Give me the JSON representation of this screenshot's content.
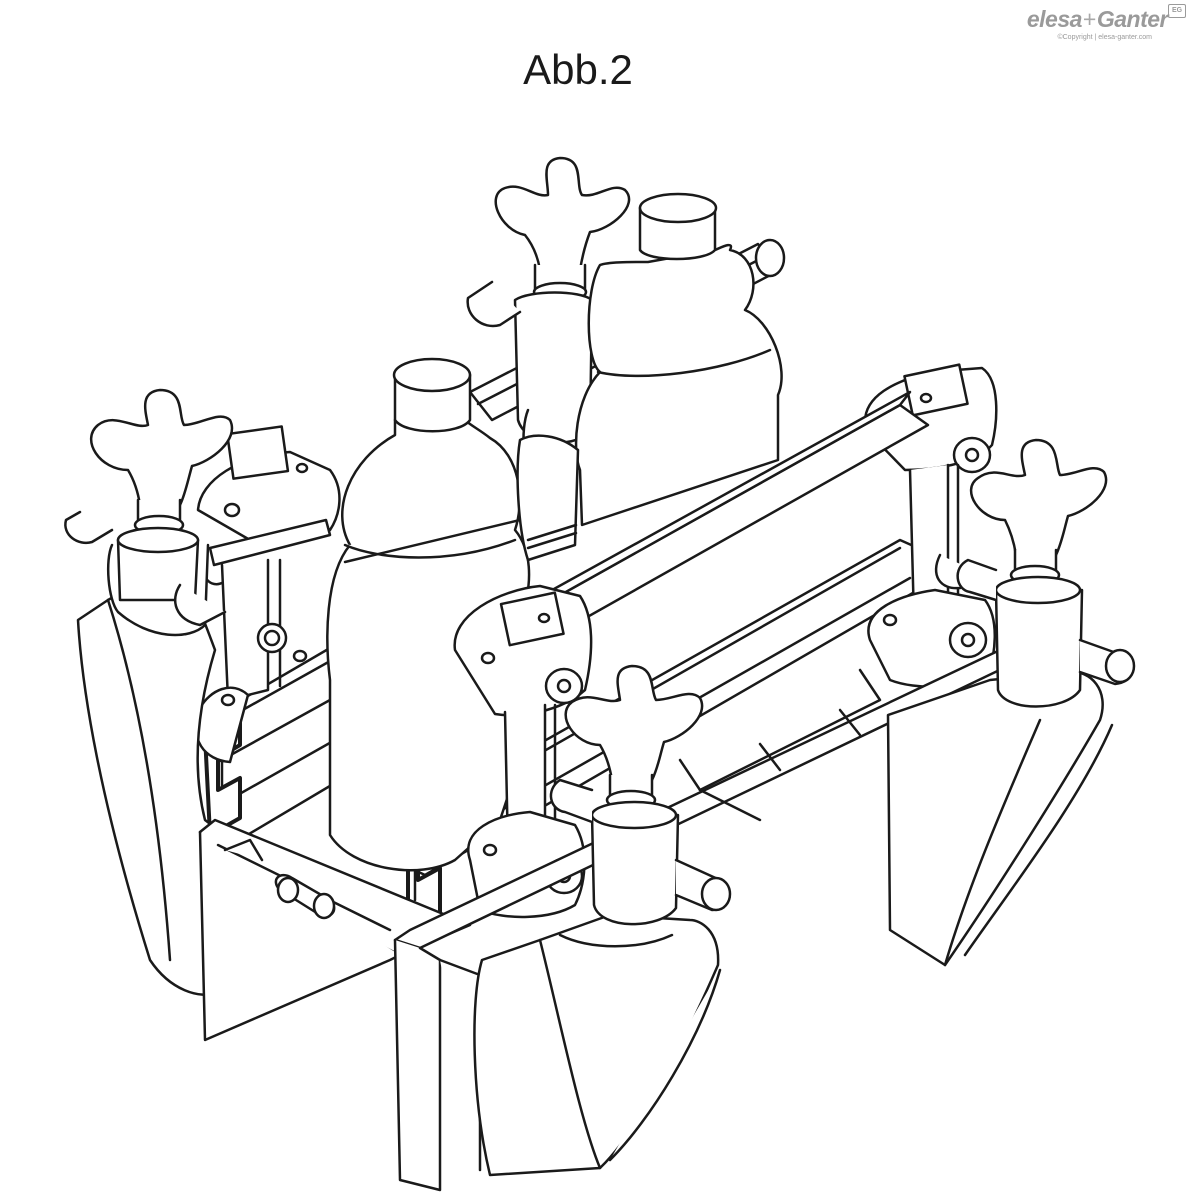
{
  "header": {
    "brand_name": "elesa",
    "brand_plus": "+",
    "brand_name_2": "Ganter",
    "brand_badge": "EG",
    "copyright": "©Copyright | elesa-ganter.com"
  },
  "figure": {
    "title": "Abb.2"
  },
  "colors": {
    "line": "#1a1a1a",
    "fill": "#ffffff",
    "brand": "#9a9a9a"
  }
}
